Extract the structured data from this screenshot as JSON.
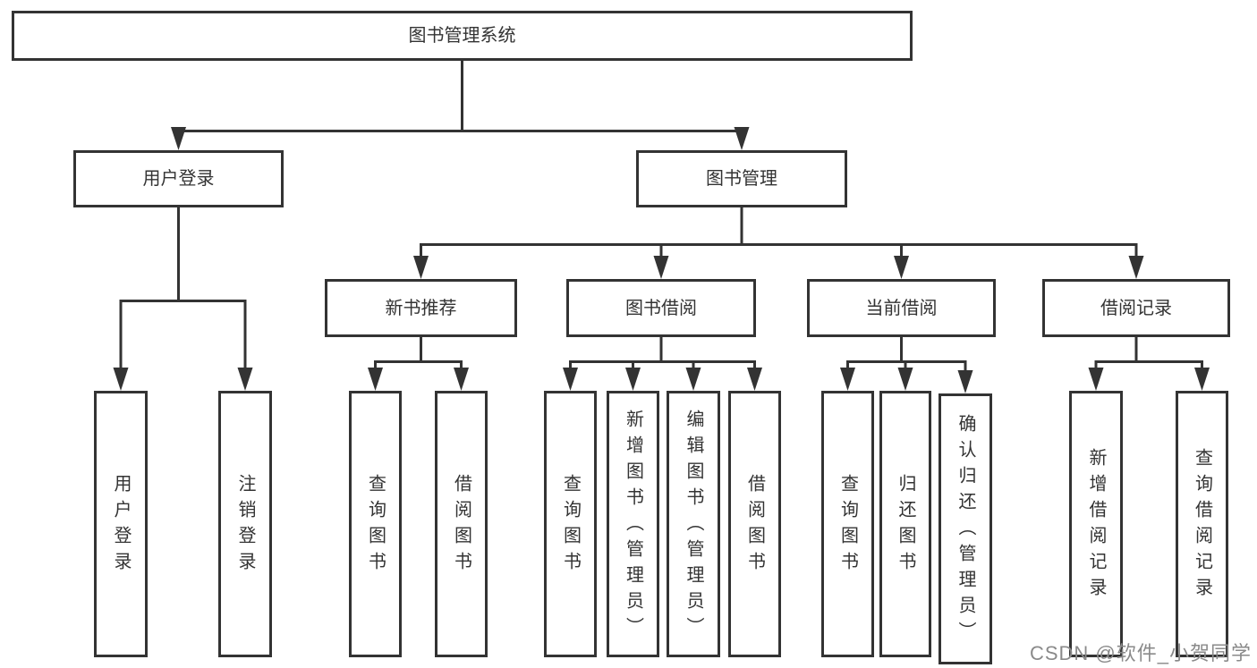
{
  "diagram": {
    "root": "图书管理系统",
    "branches": [
      {
        "label": "用户登录",
        "children": [
          "用户登录",
          "注销登录"
        ]
      },
      {
        "label": "图书管理",
        "groups": [
          {
            "label": "新书推荐",
            "children": [
              "查询图书",
              "借阅图书"
            ]
          },
          {
            "label": "图书借阅",
            "children": [
              "查询图书",
              "新增图书（管理员）",
              "编辑图书（管理员）",
              "借阅图书"
            ]
          },
          {
            "label": "当前借阅",
            "children": [
              "查询图书",
              "归还图书",
              "确认归还（管理员）"
            ]
          },
          {
            "label": "借阅记录",
            "children": [
              "新增借阅记录",
              "查询借阅记录"
            ]
          }
        ]
      }
    ],
    "line_color": "#333333",
    "box_background": "#ffffff"
  },
  "watermark": {
    "text": "CSDN @软件_小贺同学",
    "color": "#8a8a8a"
  }
}
